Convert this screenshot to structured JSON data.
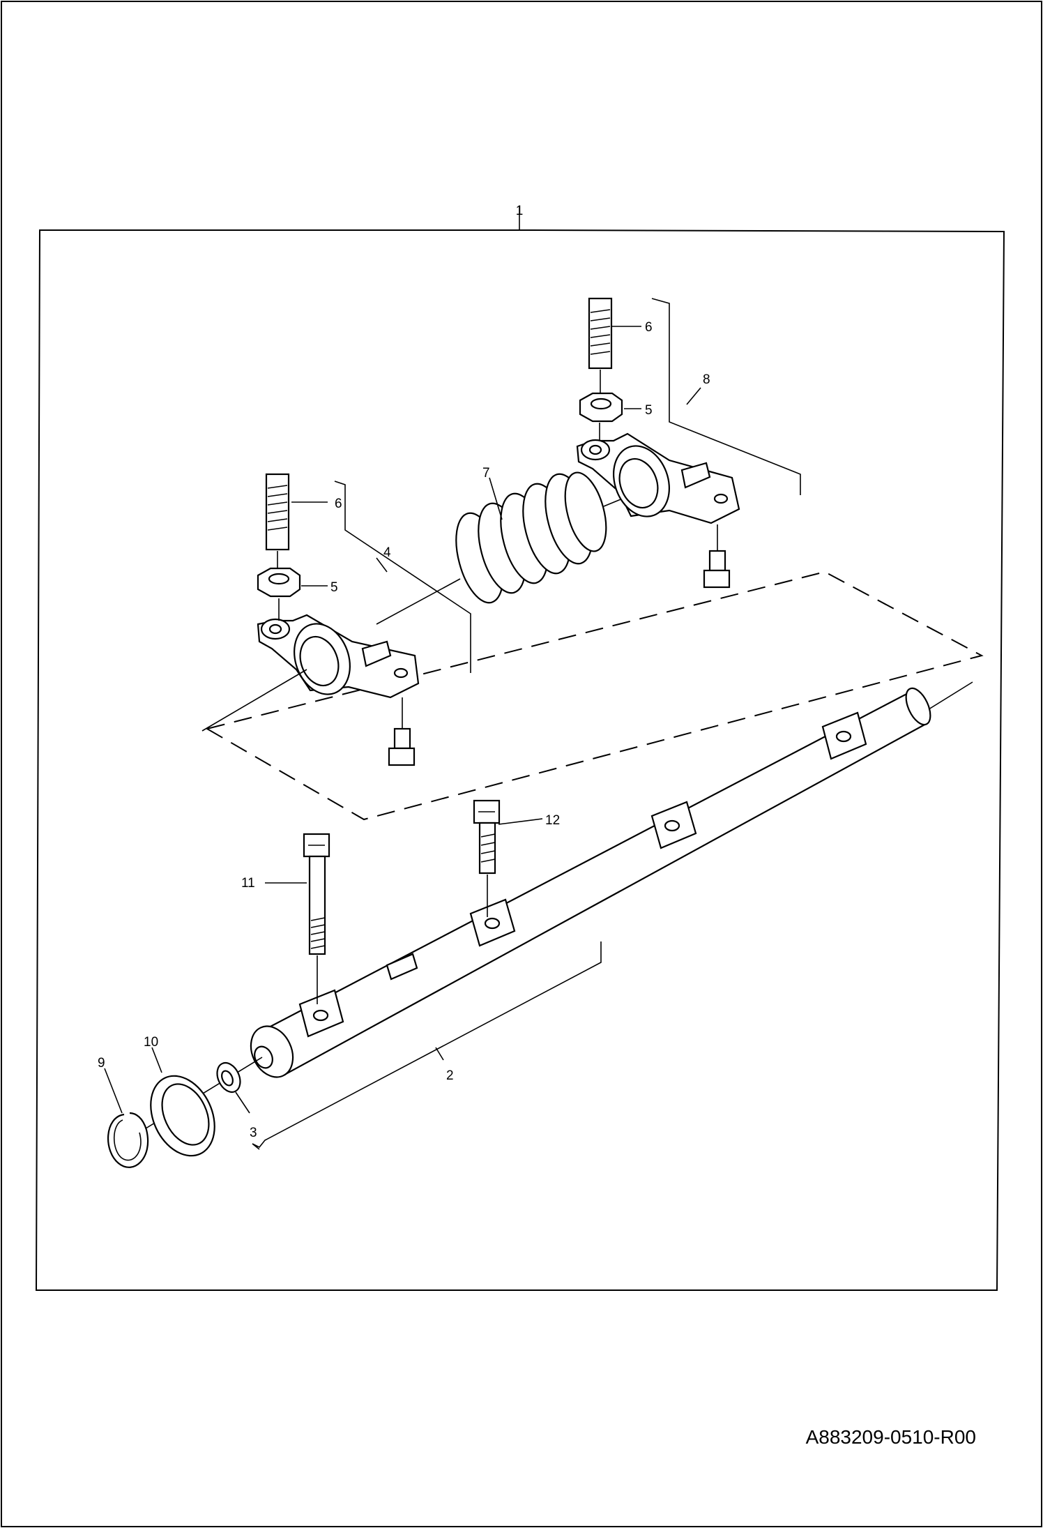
{
  "callouts": {
    "c1": "1",
    "c2": "2",
    "c3": "3",
    "c4": "4",
    "c5a": "5",
    "c5b": "5",
    "c6a": "6",
    "c6b": "6",
    "c7": "7",
    "c8": "8",
    "c9": "9",
    "c10": "10",
    "c11": "11",
    "c12": "12"
  },
  "document_number": "A883209-0510-R00"
}
